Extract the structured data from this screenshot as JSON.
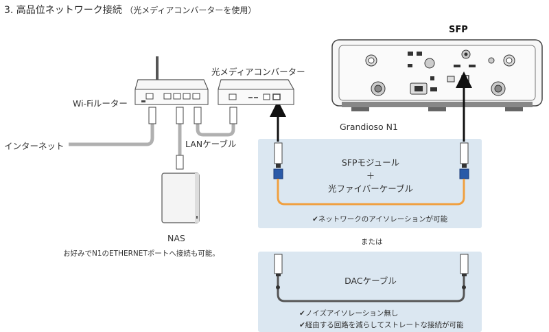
{
  "title": {
    "main": "3. 高品位ネットワーク接続",
    "sub": "（光メディアコンバーターを使用）"
  },
  "labels": {
    "sfp_top": "SFP",
    "grandioso": "Grandioso N1",
    "media_converter": "光メディアコンバーター",
    "wifi_router": "Wi-Fiルーター",
    "internet": "インターネット",
    "lan_cable": "LANケーブル",
    "nas": "NAS",
    "nas_note": "お好みでN1のETHERNETポートへ接続も可能。",
    "or": "または"
  },
  "option1": {
    "line1": "SFPモジュール",
    "plus": "＋",
    "line2": "光ファイバーケーブル",
    "check1": "ネットワークのアイソレーションが可能"
  },
  "option2": {
    "line1": "DACケーブル",
    "check1": "ノイズアイソレーション無し",
    "check2": "経由する回路を減らしてストレートな接続が可能"
  },
  "check_mark": "✔",
  "colors": {
    "fiber": "#f0a040",
    "box_bg": "#dbe7f1",
    "cable_gray": "#b0b0b0",
    "dac_cable": "#555555",
    "connector_blue": "#2a5aa8"
  }
}
